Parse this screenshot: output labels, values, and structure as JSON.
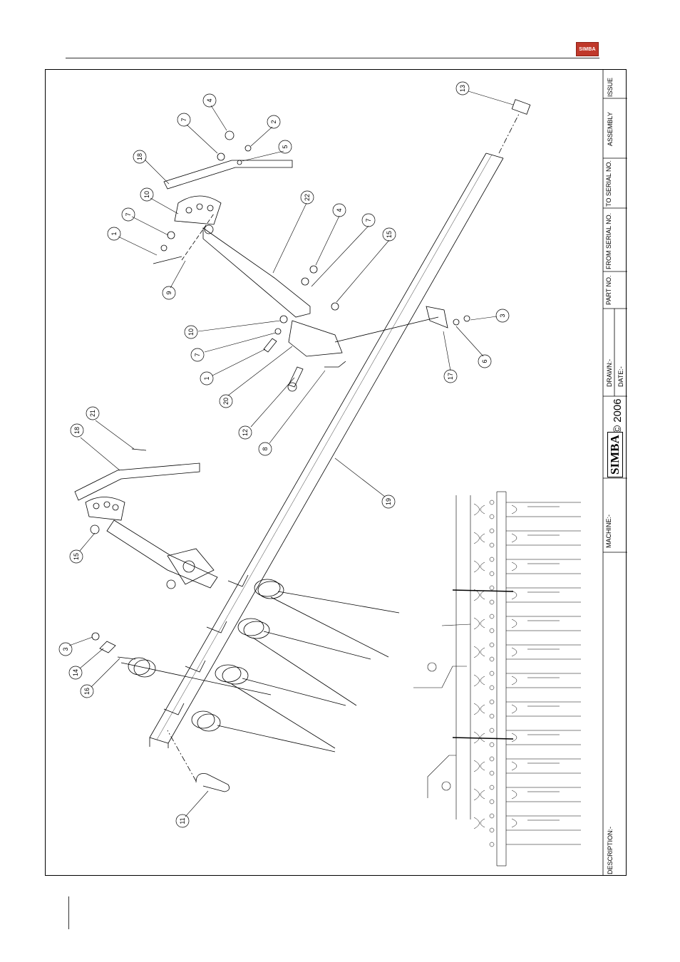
{
  "header": {
    "logo_text": "SIMBA"
  },
  "title_block": {
    "issue_label": "ISSUE",
    "assembly_label": "ASSEMBLY",
    "to_serial_label": "TO SERIAL NO.",
    "from_serial_label": "FROM SERIAL NO.",
    "part_no_label": "PART NO.",
    "drawn_label": "DRAWN:-",
    "date_label": "DATE:-",
    "copyright": "© 2006",
    "brand": "SIMBA",
    "machine_label": "MACHINE:-",
    "description_label": "DESCRIPTION:-"
  },
  "balloons": [
    "13",
    "4",
    "7",
    "2",
    "5",
    "18",
    "10",
    "7",
    "1",
    "9",
    "22",
    "4",
    "7",
    "15",
    "3",
    "10",
    "7",
    "1",
    "20",
    "12",
    "8",
    "6",
    "17",
    "21",
    "18",
    "15",
    "19",
    "3",
    "14",
    "16",
    "11"
  ],
  "colors": {
    "line": "#000000",
    "logo": "#c0392b"
  }
}
